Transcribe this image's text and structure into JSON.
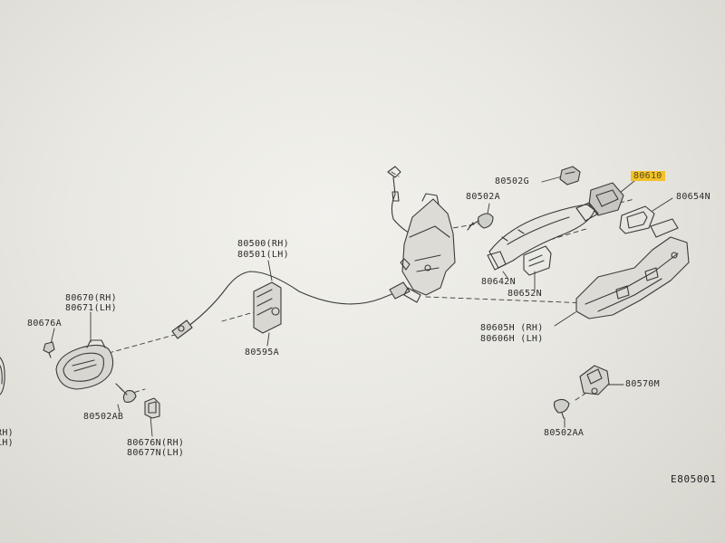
{
  "diagram": {
    "drawing_code": "E805001",
    "parts": {
      "p80502G": "80502G",
      "p80610": "80610",
      "p80654N": "80654N",
      "p80502A": "80502A",
      "p80500": "80500(RH)",
      "p80501": "80501(LH)",
      "p80670": "80670(RH)",
      "p80671": "80671(LH)",
      "p80676A": "80676A",
      "p80642N": "80642N",
      "p80652N": "80652N",
      "p80605H": "80605H (RH)",
      "p80606H": "80606H (LH)",
      "p80595A": "80595A",
      "p80570M": "80570M",
      "p80502AA": "80502AA",
      "p80502AB": "80502AB",
      "p80676N": "80676N(RH)",
      "p80677N": "80677N(LH)",
      "edge_rh": "RH)",
      "edge_lh": "LH)"
    },
    "highlight_color": "#f2c22c",
    "line_color": "#3a3a3a"
  }
}
